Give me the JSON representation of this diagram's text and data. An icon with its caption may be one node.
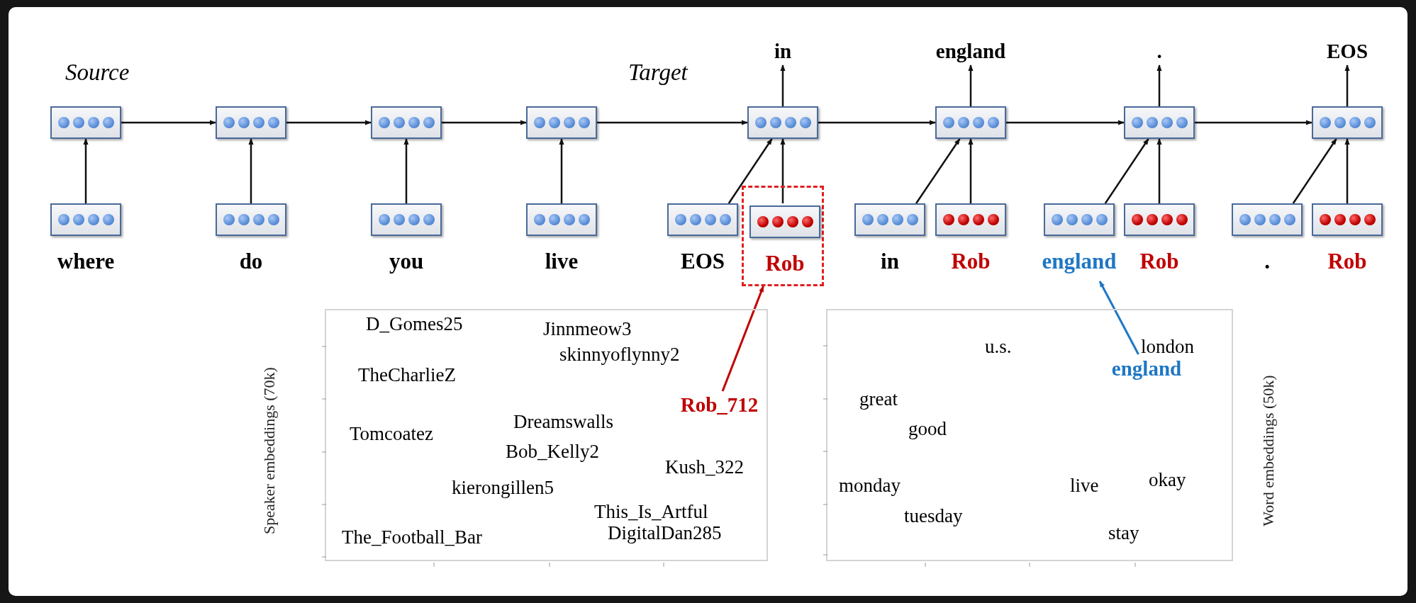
{
  "diagram": {
    "nodes": [
      {
        "text": [],
        "shape": "box"
      },
      {
        "text": [],
        "shape": "box"
      },
      {
        "text": [],
        "shape": "box"
      },
      {
        "text": [],
        "shape": "box"
      },
      {
        "text": [],
        "shape": "box"
      },
      {
        "text": [],
        "shape": "box"
      },
      {
        "text": [],
        "shape": "box"
      },
      {
        "text": [],
        "shape": "box"
      },
      {
        "text": [
          "in"
        ]
      },
      {
        "text": [
          "england"
        ]
      },
      {
        "text": [
          "."
        ]
      },
      {
        "text": [
          "EOS"
        ]
      },
      {
        "text": [],
        "shape": "box",
        "beside": [
          "where"
        ]
      },
      {
        "text": [],
        "shape": "box",
        "beside": [
          "do"
        ]
      },
      {
        "text": [],
        "shape": "box",
        "beside": [
          "you"
        ]
      },
      {
        "text": [],
        "shape": "box",
        "beside": [
          "live"
        ]
      },
      {
        "text": [],
        "shape": "box",
        "beside": [
          "EOS"
        ]
      },
      {
        "text": [],
        "shape": "box"
      },
      {
        "text": [],
        "shape": "box",
        "beside": [
          "Rob"
        ],
        "in": 17
      },
      {
        "text": [],
        "shape": "box",
        "beside": [
          "in"
        ]
      },
      {
        "text": [],
        "shape": "box",
        "beside": [
          "Rob"
        ]
      },
      {
        "text": [],
        "shape": "box",
        "beside": [
          "england"
        ]
      },
      {
        "text": [],
        "shape": "box",
        "beside": [
          "Rob"
        ]
      },
      {
        "text": [],
        "shape": "box",
        "beside": [
          "."
        ]
      },
      {
        "text": [],
        "shape": "box",
        "beside": [
          "Rob"
        ]
      },
      {
        "text": [
          "D_Gomes25",
          "Jinnmeow3",
          "skinnyoflynny2",
          "TheCharlieZ",
          "Dreamswalls",
          "Tomcoatez",
          "Bob_Kelly2",
          "Kush_322",
          "kierongillen5",
          "This_Is_Artful",
          "DigitalDan285",
          "The_Football_Bar"
        ],
        "beside": [
          "Speaker embeddings (70k)"
        ]
      },
      {
        "text": [
          "Rob_712"
        ],
        "in": 25
      },
      {
        "text": [
          "u.s.",
          "london",
          "great",
          "good",
          "monday",
          "live",
          "okay",
          "tuesday",
          "stay"
        ],
        "beside": [
          "Word embeddings (50k)"
        ]
      },
      {
        "text": [
          "england"
        ],
        "in": 27
      }
    ],
    "edges": [
      {
        "from": 0,
        "to": 1,
        "arrow": "to"
      },
      {
        "from": 1,
        "to": 2,
        "arrow": "to"
      },
      {
        "from": 2,
        "to": 3,
        "arrow": "to"
      },
      {
        "from": 3,
        "to": 4,
        "arrow": "to"
      },
      {
        "from": 4,
        "to": 5,
        "arrow": "to"
      },
      {
        "from": 5,
        "to": 6,
        "arrow": "to"
      },
      {
        "from": 6,
        "to": 7,
        "arrow": "to"
      },
      {
        "from": 12,
        "to": 0,
        "arrow": "to"
      },
      {
        "from": 13,
        "to": 1,
        "arrow": "to"
      },
      {
        "from": 14,
        "to": 2,
        "arrow": "to"
      },
      {
        "from": 15,
        "to": 3,
        "arrow": "to"
      },
      {
        "from": 16,
        "to": 4,
        "arrow": "to"
      },
      {
        "from": 18,
        "to": 4,
        "arrow": "to"
      },
      {
        "from": 19,
        "to": 5,
        "arrow": "to"
      },
      {
        "from": 20,
        "to": 5,
        "arrow": "to"
      },
      {
        "from": 21,
        "to": 6,
        "arrow": "to"
      },
      {
        "from": 22,
        "to": 6,
        "arrow": "to"
      },
      {
        "from": 23,
        "to": 7,
        "arrow": "to"
      },
      {
        "from": 24,
        "to": 7,
        "arrow": "to"
      },
      {
        "from": 4,
        "to": 8,
        "arrow": "to"
      },
      {
        "from": 5,
        "to": 9,
        "arrow": "to"
      },
      {
        "from": 6,
        "to": 10,
        "arrow": "to"
      },
      {
        "from": 7,
        "to": 11,
        "arrow": "to"
      },
      {
        "from": 26,
        "to": 17,
        "arrow": "to",
        "color": "#c00000"
      },
      {
        "from": 28,
        "to": 21,
        "arrow": "to",
        "color": "#1f77c4"
      }
    ],
    "labels": [
      "Source",
      "Target"
    ]
  }
}
